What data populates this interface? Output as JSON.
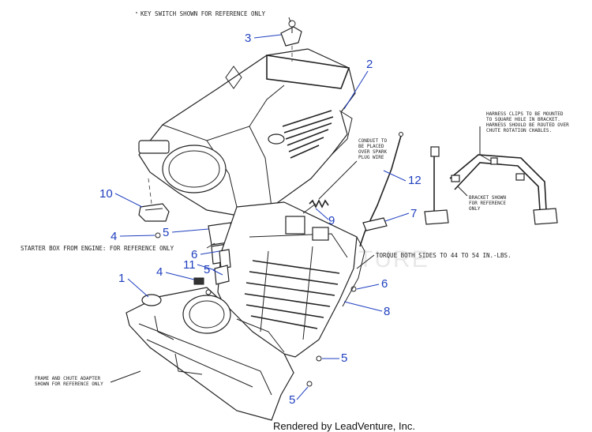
{
  "notes": {
    "key_switch": "KEY SWITCH SHOWN FOR REFERENCE ONLY",
    "starter_box": "STARTER BOX FROM ENGINE: FOR REFERENCE ONLY",
    "torque": "TORQUE BOTH SIDES TO 44 TO 54 IN.-LBS.",
    "conduit": [
      "CONDUIT TO",
      "BE PLACED",
      "OVER SPARK",
      "PLUG WIRE"
    ],
    "harness": [
      "HARNESS CLIPS TO BE MOUNTED",
      "TO SQUARE HOLE IN BRACKET.",
      "HARNESS SHOULD BE ROUTED OVER",
      "CHUTE ROTATION CHABLES."
    ],
    "bracket": [
      "BRACKET SHOWN",
      "FOR REFERENCE",
      "ONLY"
    ],
    "frame": [
      "FRAME AND CHUTE ADAPTER",
      "SHOWN FOR REFERENCE ONLY"
    ]
  },
  "callouts": {
    "c1": "1",
    "c2": "2",
    "c3": "3",
    "c4a": "4",
    "c4b": "4",
    "c5a": "5",
    "c5b": "5",
    "c5c": "5",
    "c5d": "5",
    "c6a": "6",
    "c6b": "6",
    "c7": "7",
    "c8": "8",
    "c9": "9",
    "c10": "10",
    "c11": "11",
    "c12": "12"
  },
  "watermark": "LEADVENTURE",
  "footer": "Rendered by LeadVenture, Inc.",
  "colors": {
    "callout": "#1f3fbf",
    "line": "#222222"
  }
}
